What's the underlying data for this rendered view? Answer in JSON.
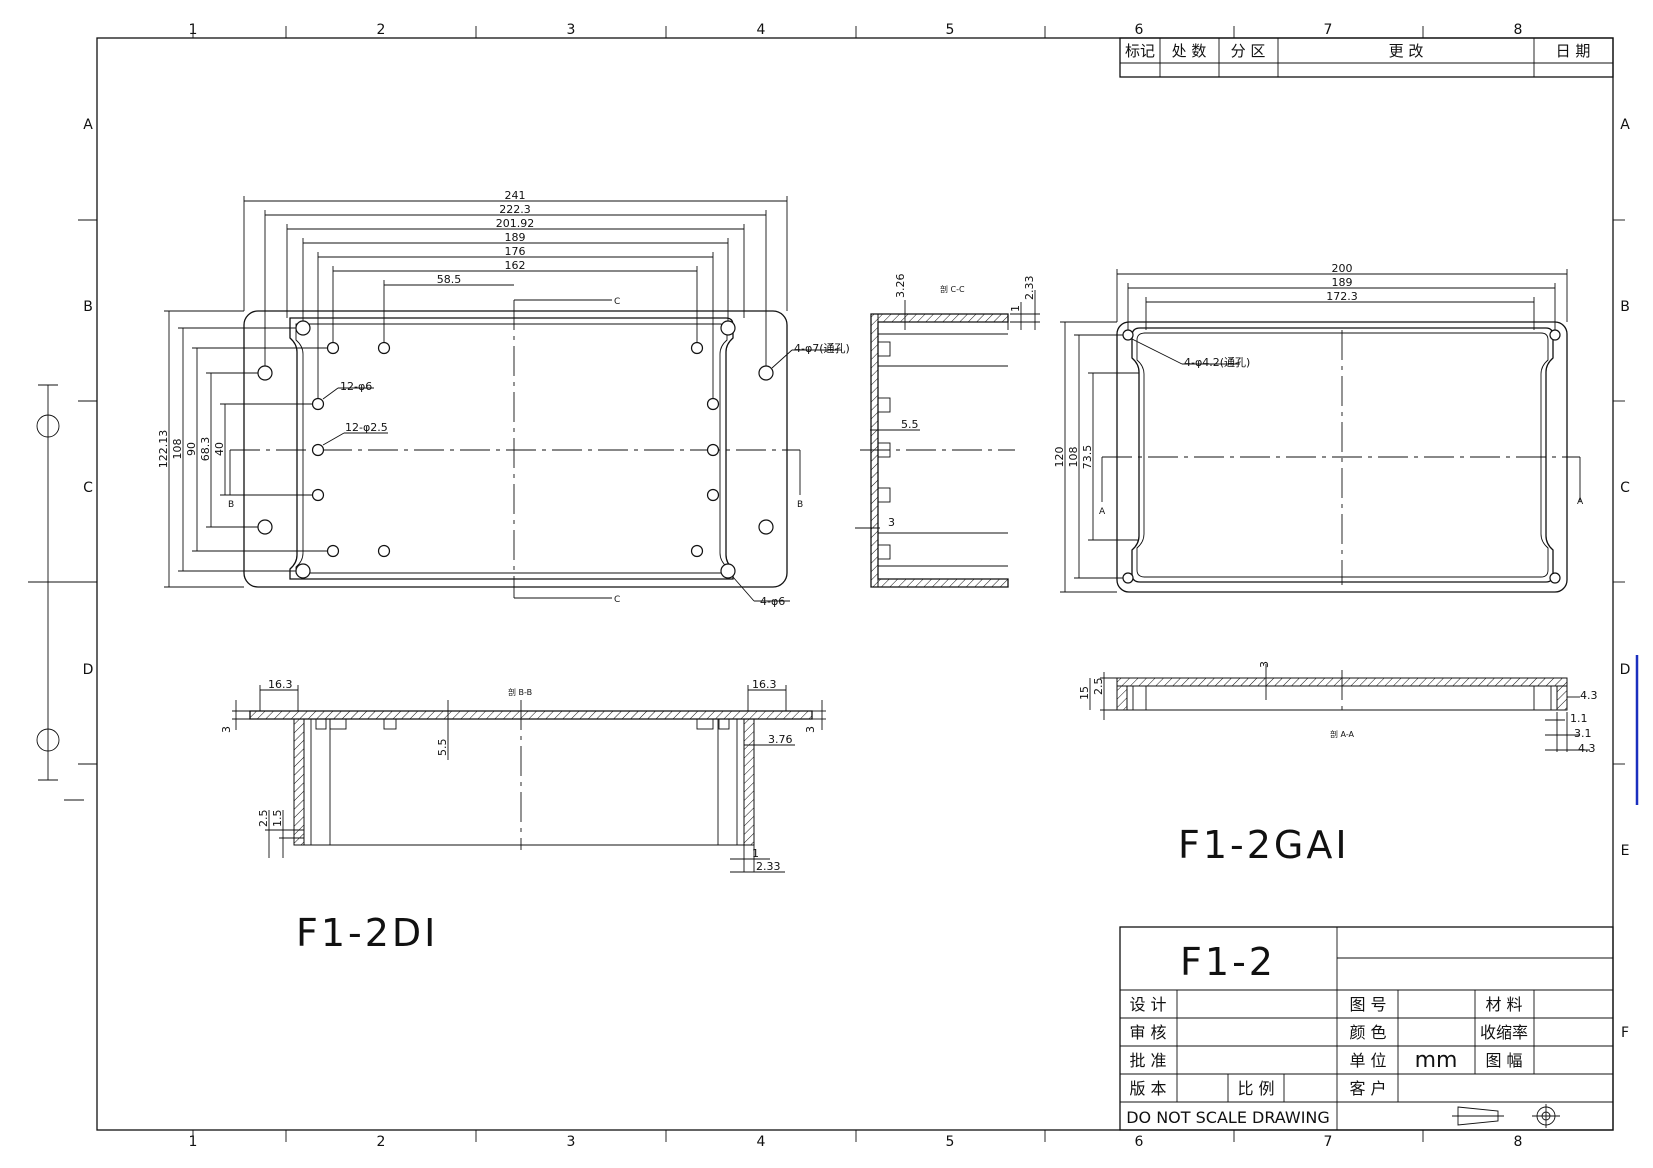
{
  "border": {
    "col_labels": [
      "1",
      "2",
      "3",
      "4",
      "5",
      "6",
      "7",
      "8"
    ],
    "row_labels": [
      "A",
      "B",
      "C",
      "D",
      "E",
      "F"
    ]
  },
  "revision_table": {
    "headers": [
      "标记",
      "处 数",
      "分 区",
      "更 改",
      "日 期"
    ]
  },
  "top_view_base": {
    "horizontal_dims": [
      "241",
      "222.3",
      "201.92",
      "189",
      "176",
      "162",
      "58.5"
    ],
    "vertical_dims": [
      "122.13",
      "108",
      "90",
      "68.3",
      "40"
    ],
    "callouts": [
      "4-φ7(通孔)",
      "12-φ6",
      "12-φ2.5",
      "4-φ6"
    ],
    "section_mark": "C",
    "section_mark_b": "B"
  },
  "section_cc": {
    "title": "剖 C-C",
    "dims": [
      "3.26",
      "1",
      "2.33",
      "5.5",
      "3"
    ]
  },
  "top_view_lid": {
    "horizontal_dims": [
      "200",
      "189",
      "172.3"
    ],
    "vertical_dims": [
      "120",
      "108",
      "73.5"
    ],
    "callouts": [
      "4-φ4.2(通孔)"
    ],
    "section_mark": "A"
  },
  "section_bb": {
    "title": "剖 B-B",
    "dims": [
      "16.3",
      "16.3",
      "3",
      "3",
      "5.5",
      "3.76",
      "2.5",
      "1.5",
      "1",
      "2.33"
    ]
  },
  "section_aa": {
    "title": "剖 A-A",
    "dims": [
      "3",
      "2.5",
      "15",
      "4.3",
      "1.1",
      "3.1",
      "4.3"
    ]
  },
  "part_labels": {
    "lid": "F1-2GAI",
    "base": "F1-2DI"
  },
  "title_block": {
    "drawing_no": "F1-2",
    "rows": [
      [
        "设 计",
        "图 号",
        "材 料"
      ],
      [
        "审 核",
        "颜 色",
        "收缩率"
      ],
      [
        "批 准",
        "单 位",
        "图 幅"
      ]
    ],
    "unit_value": "mm",
    "version_label": "版 本",
    "scale_label": "比 例",
    "customer_label": "客 户",
    "note": "DO NOT SCALE DRAWING"
  }
}
